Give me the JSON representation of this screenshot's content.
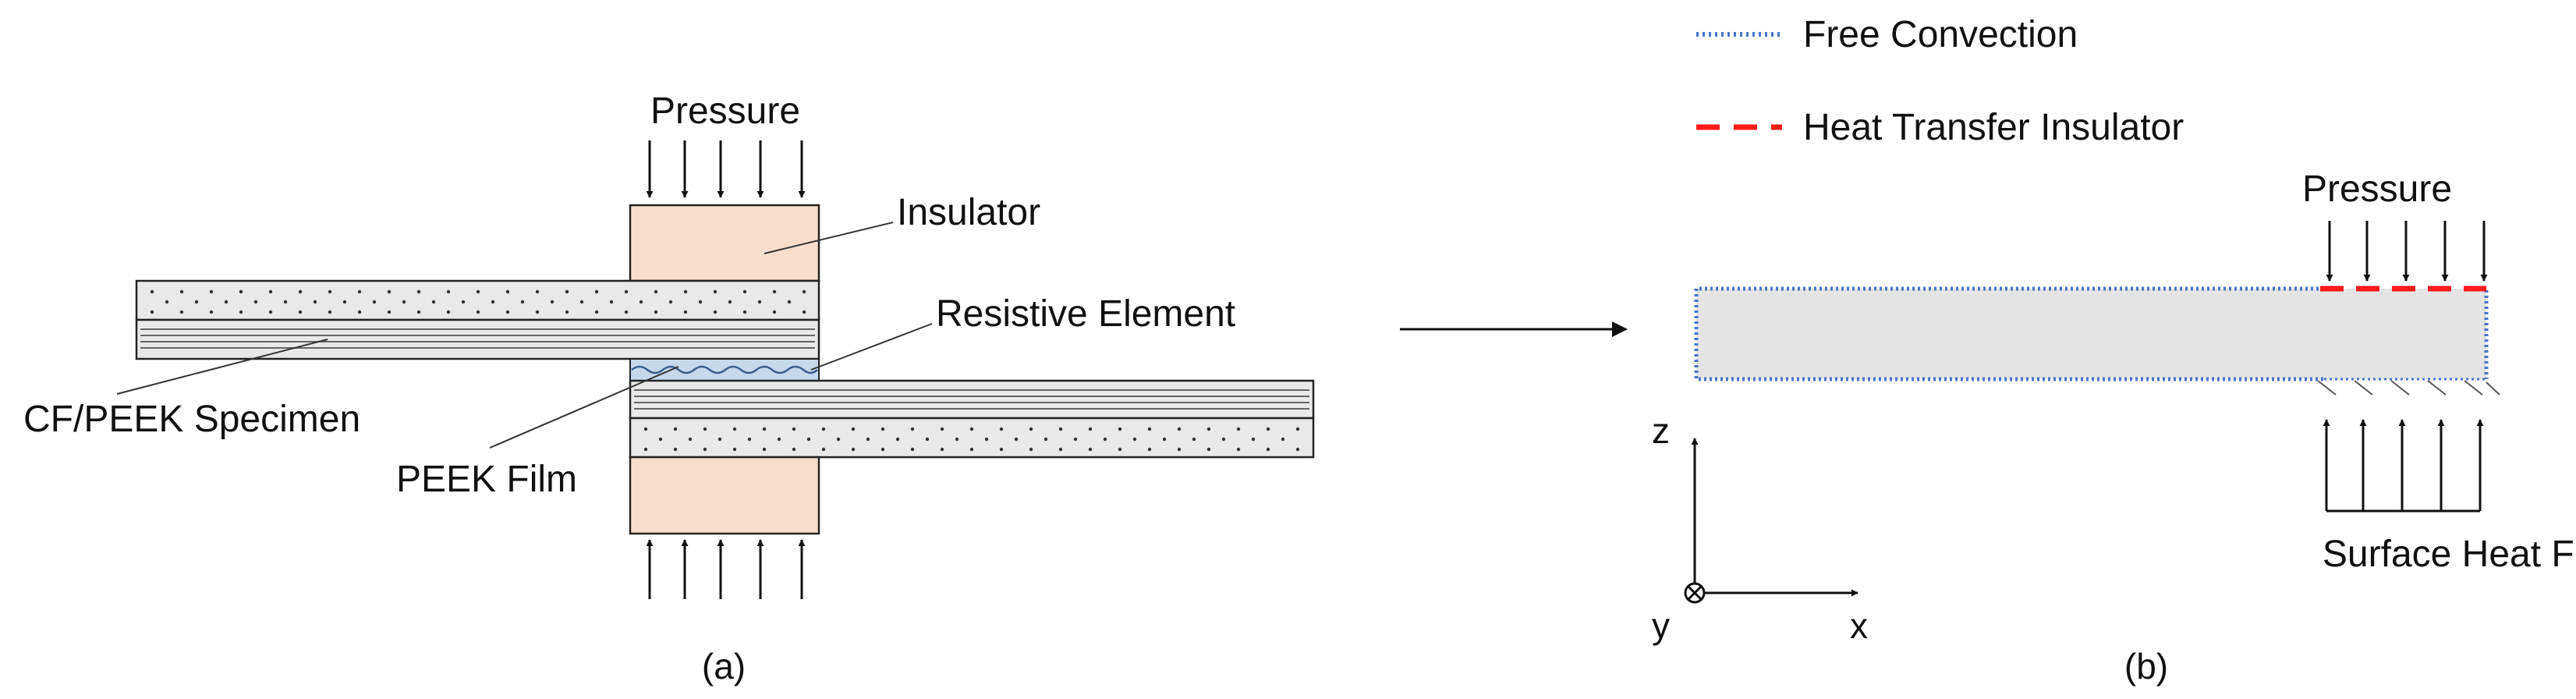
{
  "panel_a": {
    "caption": "(a)",
    "labels": {
      "pressure": "Pressure",
      "insulator": "Insulator",
      "resistive_element": "Resistive Element",
      "specimen": "CF/PEEK Specimen",
      "peek_film": "PEEK Film"
    }
  },
  "panel_b": {
    "caption": "(b)",
    "legend": [
      {
        "label": "Free Convection",
        "style": "dotted",
        "color": "#4a74c9"
      },
      {
        "label": "Heat Transfer Insulator",
        "style": "dashed",
        "color": "#ff1a1a"
      }
    ],
    "labels": {
      "pressure": "Pressure",
      "surface_heat_flux": "Surface Heat Flux"
    },
    "axes": {
      "z": "z",
      "y": "y",
      "x": "x"
    }
  },
  "colors": {
    "insulator_fill": "#f9dfcb",
    "specimen_fill": "#e9e9e9",
    "film_fill": "#c6d9ec",
    "domain_fill": "#e4e4e4",
    "convection": "#4a74c9",
    "insulation": "#ff1a1a"
  }
}
